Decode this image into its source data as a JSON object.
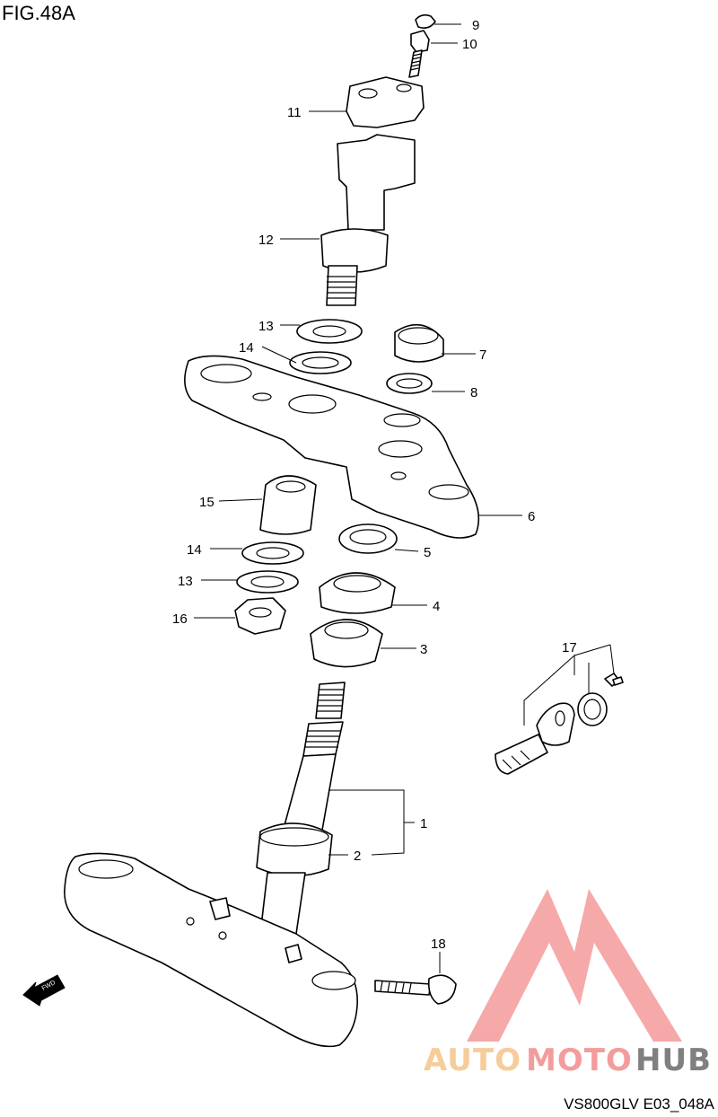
{
  "figure": {
    "title": "FIG.48A",
    "code": "VS800GLV E03_048A"
  },
  "callouts": [
    "1",
    "2",
    "3",
    "4",
    "5",
    "6",
    "7",
    "8",
    "9",
    "10",
    "11",
    "12",
    "13",
    "14",
    "13",
    "14",
    "15",
    "16",
    "17",
    "18"
  ],
  "fwd_label": "FWD",
  "watermark": {
    "brand_part1": "AUTO",
    "brand_part2": "MOTO",
    "brand_part3": "HUB",
    "color_part1": "#f5c48a",
    "color_part2": "#f28b8b",
    "color_part3": "#6b6b6b",
    "logo_color": "#f49a9a"
  }
}
